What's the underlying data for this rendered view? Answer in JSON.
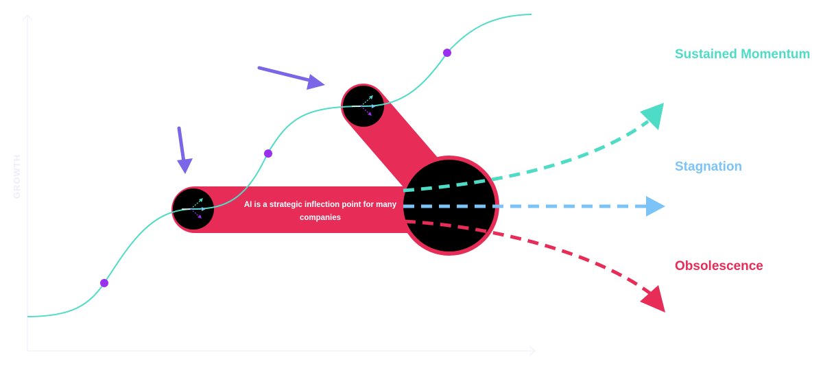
{
  "diagram": {
    "axis_label": "GROWTH",
    "inflection_text": "AI is a strategic inflection point for many companies",
    "outcomes": [
      {
        "label": "Sustained Momentum",
        "color": "#4fdcc6"
      },
      {
        "label": "Stagnation",
        "color": "#7cc4f7"
      },
      {
        "label": "Obsolescence",
        "color": "#e72c58"
      }
    ],
    "colors": {
      "growth_curve": "#4fdcc6",
      "milestone_dot": "#9b2ff0",
      "highlight_band": "#e72c58",
      "node_fill": "#000000",
      "pointer_arrow": "#7a66e6",
      "axis": "#f1ecfb"
    }
  }
}
